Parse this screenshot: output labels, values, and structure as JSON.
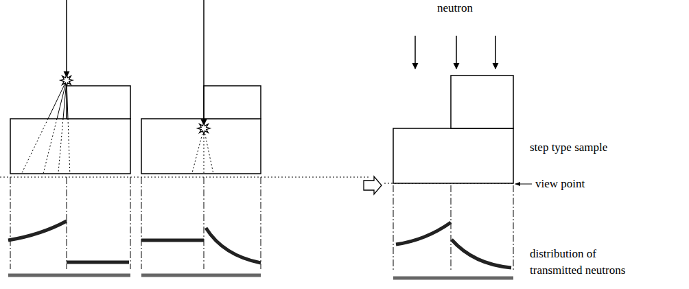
{
  "diagram": {
    "labels": [
      "neutron",
      "step type sample",
      "view point",
      "distribution of transmitted neutrons"
    ]
  }
}
